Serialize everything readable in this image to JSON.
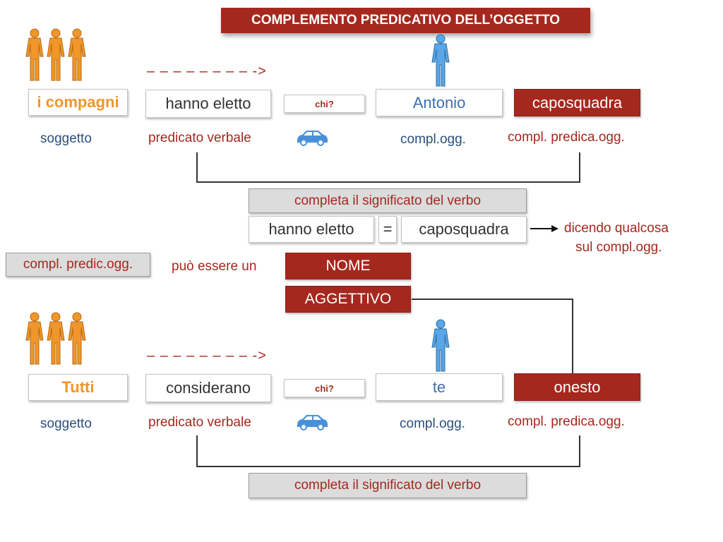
{
  "title": "COMPLEMENTO PREDICATIVO DELL’OGGETTO",
  "arrow_text": "– – – – – – – – ->",
  "colors": {
    "accent_red": "#a5281e",
    "orange": "#f0962a",
    "blue": "#2a4f7d",
    "light_blue": "#5aa6e6"
  },
  "icons": {
    "people": "people-group-icon",
    "person": "person-icon",
    "car": "car-icon"
  },
  "example1": {
    "subject": "i compagni",
    "verb": "hanno eletto",
    "question": "chi?",
    "object": "Antonio",
    "predicative": "caposquadra",
    "labels": {
      "subject": "soggetto",
      "verb": "predicato verbale",
      "object": "compl.ogg.",
      "predicative": "compl. predica.ogg."
    },
    "explanation": "completa il significato del verbo"
  },
  "equation": {
    "left": "hanno eletto",
    "equals": "=",
    "right": "caposquadra",
    "note_line1": "dicendo qualcosa",
    "note_line2": "sul compl.ogg."
  },
  "types": {
    "label": "compl. predic.ogg.",
    "intro": "può essere un",
    "noun": "NOME",
    "adjective": "AGGETTIVO"
  },
  "example2": {
    "subject": "Tutti",
    "verb": "considerano",
    "question": "chi?",
    "object": "te",
    "predicative": "onesto",
    "labels": {
      "subject": "soggetto",
      "verb": "predicato verbale",
      "object": "compl.ogg.",
      "predicative": "compl. predica.ogg."
    },
    "explanation": "completa il significato del verbo"
  }
}
